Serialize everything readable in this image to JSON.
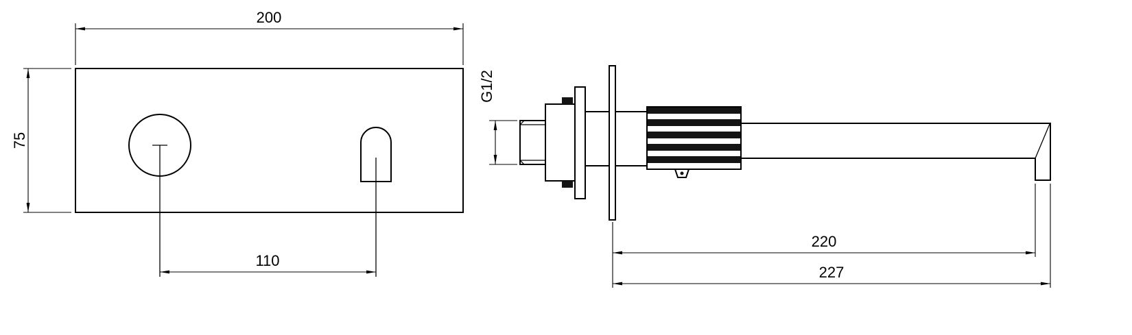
{
  "drawing": {
    "background_color": "#ffffff",
    "line_color": "#000000",
    "front_view": {
      "width": "200",
      "height": "75",
      "spacing": "110"
    },
    "side_view": {
      "thread": "G1/2",
      "reach": "220",
      "total_depth": "227"
    }
  }
}
